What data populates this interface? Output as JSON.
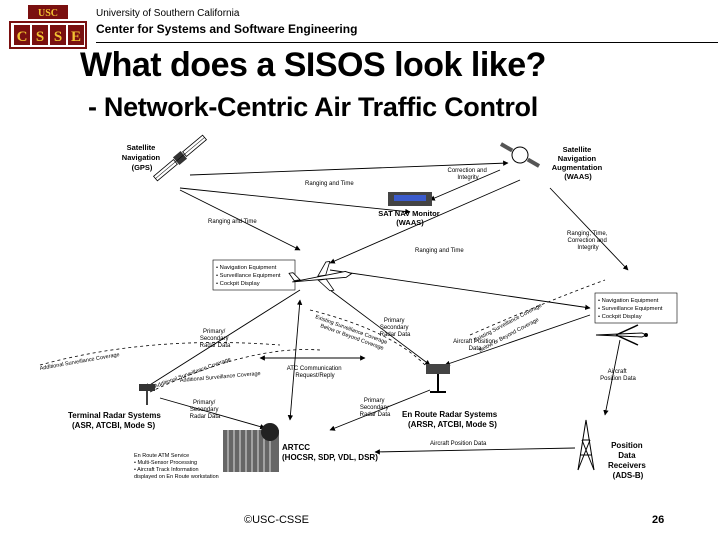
{
  "header": {
    "logo_top": "USC",
    "logo_letters": [
      "C",
      "S",
      "S",
      "E"
    ],
    "university": "University of Southern California",
    "center": "Center for Systems and Software Engineering"
  },
  "slide": {
    "title": "What does a SISOS look like?",
    "subtitle": "- Network-Centric Air Traffic Control"
  },
  "diagram": {
    "nodes": {
      "gps": [
        "Satellite",
        "Navigation",
        "(GPS)"
      ],
      "waas": [
        "Satellite",
        "Navigation",
        "Augmentation",
        "(WAAS)"
      ],
      "satnav": [
        "SAT NAV Monitor",
        "(WAAS)"
      ],
      "terminal": [
        "Terminal Radar Systems",
        "(ASR, ATCBI, Mode S)"
      ],
      "enroute": [
        "En Route Radar Systems",
        "(ARSR, ATCBI, Mode S)"
      ],
      "artcc": [
        "ARTCC",
        "(HOCSR, SDP, VDL, DSR)"
      ],
      "position": [
        "Position",
        "Data",
        "Receivers",
        "(ADS-B)"
      ]
    },
    "links": {
      "ranging_time_1": "Ranging and Time",
      "ranging_time_2": "Ranging and Time",
      "ranging_time_3": "Ranging and Time",
      "correction": [
        "Correction and",
        "Integrity"
      ],
      "ranging_correction": [
        "Ranging, Time,",
        "Correction and",
        "Integrity"
      ],
      "primary_1": [
        "Primary/",
        "Secondary",
        "Radar Data"
      ],
      "primary_2": [
        "Primary",
        "Secondary",
        "Radar Data"
      ],
      "primary_3": [
        "Primary/",
        "Secondary",
        "Radar Data"
      ],
      "primary_4": [
        "Primary",
        "Secondary",
        "Radar Data"
      ],
      "aircraft_pos_1": [
        "Aircraft Position",
        "Data"
      ],
      "aircraft_pos_2": [
        "Aircraft",
        "Position Data"
      ],
      "aircraft_pos_3": "Aircraft Position Data",
      "atc_comm": [
        "ATC Communication",
        "Request/Reply"
      ],
      "add_surv_1": "Additional Surveillance Coverage",
      "add_surv_2": "Additional Surveillance Coverage",
      "add_surv_3": "Additional Surveillance Coverage",
      "existing_surv_1": "Existing Surveillance Coverage",
      "existing_surv_2": "Existing Surveillance Coverage",
      "below_beyond_1": "Below or Beyond Coverage",
      "below_beyond_2": "Below or Beyond Coverage"
    },
    "aircraft_box_1": [
      "• Navigation Equipment",
      "• Surveillance Equipment",
      "• Cockpit Display"
    ],
    "aircraft_box_2": [
      "• Navigation Equipment",
      "• Surveillance Equipment",
      "• Cockpit Display"
    ],
    "artcc_box": [
      "En Route ATM Service",
      "• Multi-Sensor Processing",
      "• Aircraft Track Information",
      "  displayed on En Route workstation"
    ]
  },
  "footer": {
    "copyright": "©USC-CSSE",
    "page": "26"
  }
}
